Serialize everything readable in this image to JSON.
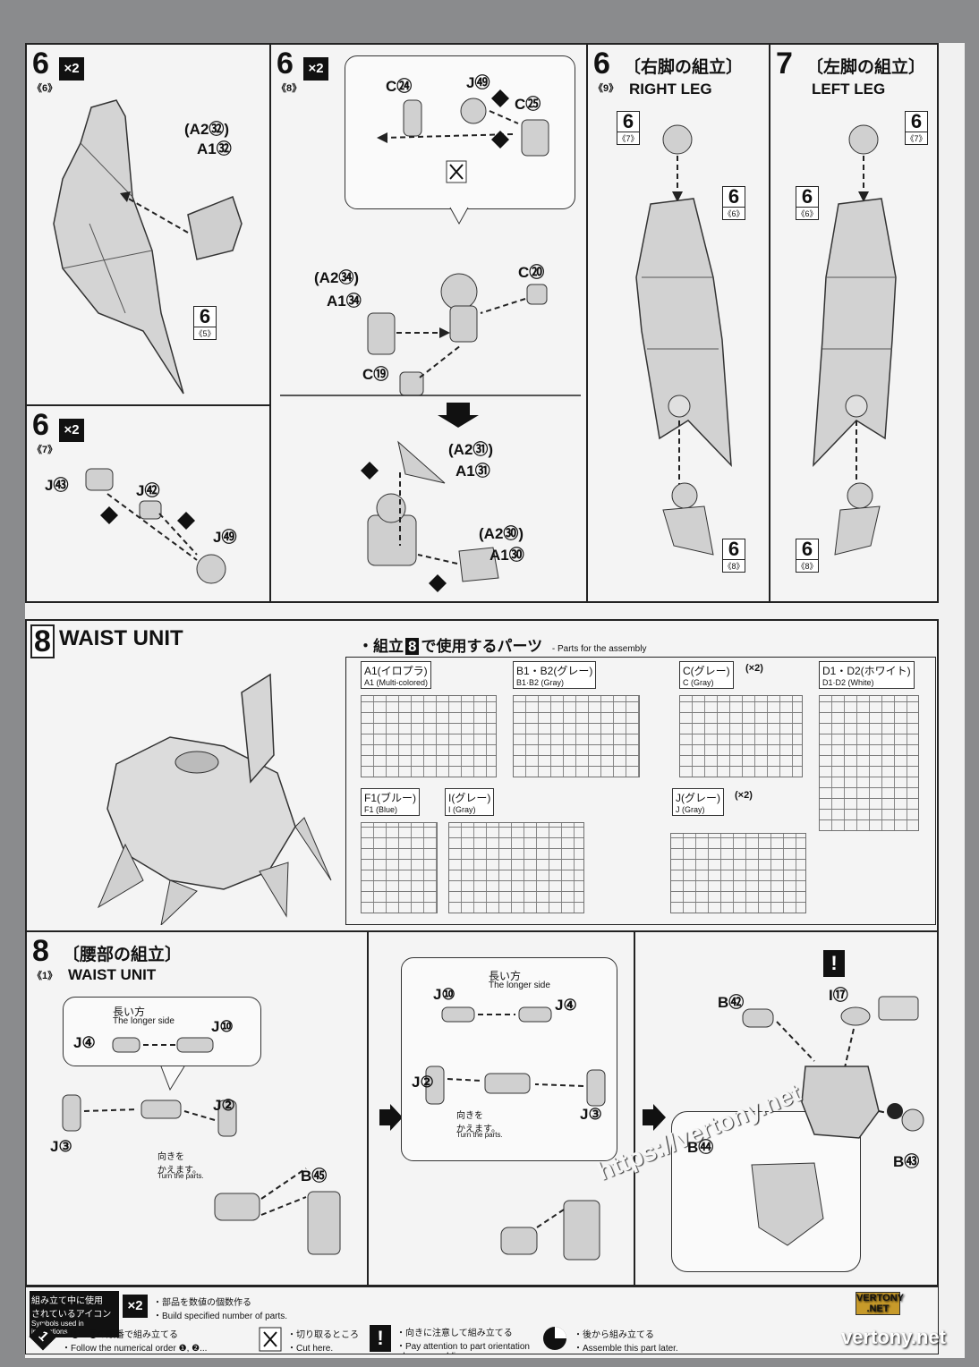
{
  "steps": {
    "s6_6": {
      "num": "6",
      "sub": "《6》",
      "mult": "×2",
      "parts": [
        "(A2㉜)",
        "A1㉜"
      ],
      "ref_num": "6",
      "ref_sub": "《5》"
    },
    "s6_7": {
      "num": "6",
      "sub": "《7》",
      "mult": "×2",
      "parts": [
        "J㊸",
        "J㊷",
        "J㊾"
      ]
    },
    "s6_8": {
      "num": "6",
      "sub": "《8》",
      "mult": "×2",
      "parts_top": [
        "C㉔",
        "J㊾",
        "C㉕"
      ],
      "parts_mid": [
        "(A2㉞)",
        "A1㉞",
        "C⑳",
        "C⑲"
      ],
      "parts_bot": [
        "(A2㉛)",
        "A1㉛",
        "(A2㉚)",
        "A1㉚"
      ]
    },
    "s6_9": {
      "num": "6",
      "title_jp": "〔右脚の組立〕",
      "sub": "《9》",
      "title_en": "RIGHT LEG",
      "refs": [
        {
          "n": "6",
          "s": "《7》"
        },
        {
          "n": "6",
          "s": "《6》"
        },
        {
          "n": "6",
          "s": "《8》"
        }
      ]
    },
    "s7": {
      "num": "7",
      "title_jp": "〔左脚の組立〕",
      "title_en": "LEFT LEG",
      "refs": [
        {
          "n": "6",
          "s": "《7》"
        },
        {
          "n": "6",
          "s": "《6》"
        },
        {
          "n": "6",
          "s": "《8》"
        }
      ]
    },
    "s8": {
      "num": "8",
      "title_en": "WAIST UNIT",
      "parts_heading_jp": "・組立",
      "parts_heading_num": "8",
      "parts_heading_jp2": "で使用するパーツ",
      "parts_heading_en": "- Parts for the assembly",
      "runners": [
        {
          "jp": "A1(イロプラ)",
          "en": "A1 (Multi-colored)",
          "mult": ""
        },
        {
          "jp": "B1・B2(グレー)",
          "en": "B1·B2 (Gray)",
          "mult": ""
        },
        {
          "jp": "C(グレー)",
          "en": "C (Gray)",
          "mult": "(×2)"
        },
        {
          "jp": "D1・D2(ホワイト)",
          "en": "D1·D2 (White)",
          "mult": ""
        },
        {
          "jp": "F1(ブルー)",
          "en": "F1 (Blue)",
          "mult": ""
        },
        {
          "jp": "I(グレー)",
          "en": "I (Gray)",
          "mult": ""
        },
        {
          "jp": "J(グレー)",
          "en": "J (Gray)",
          "mult": "(×2)"
        }
      ]
    },
    "s8_1": {
      "num": "8",
      "title_jp": "〔腰部の組立〕",
      "sub": "《1》",
      "title_en": "WAIST UNIT",
      "longer_jp": "長い方",
      "longer_en": "The longer side",
      "turn_jp": "向きを\nかえます。",
      "turn_en": "Turn the parts.",
      "parts_a": [
        "J④",
        "J⑩",
        "J②",
        "J③",
        "B㊺"
      ],
      "parts_b": [
        "J⑩",
        "J④",
        "J②",
        "J③"
      ],
      "parts_c": [
        "B㊷",
        "I⑰",
        "B㊸",
        "B㊹"
      ]
    }
  },
  "legend": {
    "heading_jp": "組み立て中に使用\nされているアイコン",
    "heading_en": "Symbols used in instructions",
    "items": [
      {
        "icon": "×2",
        "jp": "・部品を数値の個数作る",
        "en": "・Build specified number of parts."
      },
      {
        "icon": "1",
        "jp": "・❶→❷の順番で組み立てる",
        "en": "・Follow the numerical order ❶, ❷..."
      },
      {
        "icon": "scissors-icon",
        "jp": "・切り取るところ",
        "en": "・Cut here."
      },
      {
        "icon": "!",
        "jp": "・向きに注意して組み立てる",
        "en": "・Pay attention to part orientation when assembling."
      },
      {
        "icon": "later-icon",
        "jp": "・後から組み立てる",
        "en": "・Assemble this part later."
      }
    ]
  },
  "watermark": {
    "url": "https://vertony.net",
    "logo": "VERTONY .NET",
    "bottom": "vertony.net"
  }
}
